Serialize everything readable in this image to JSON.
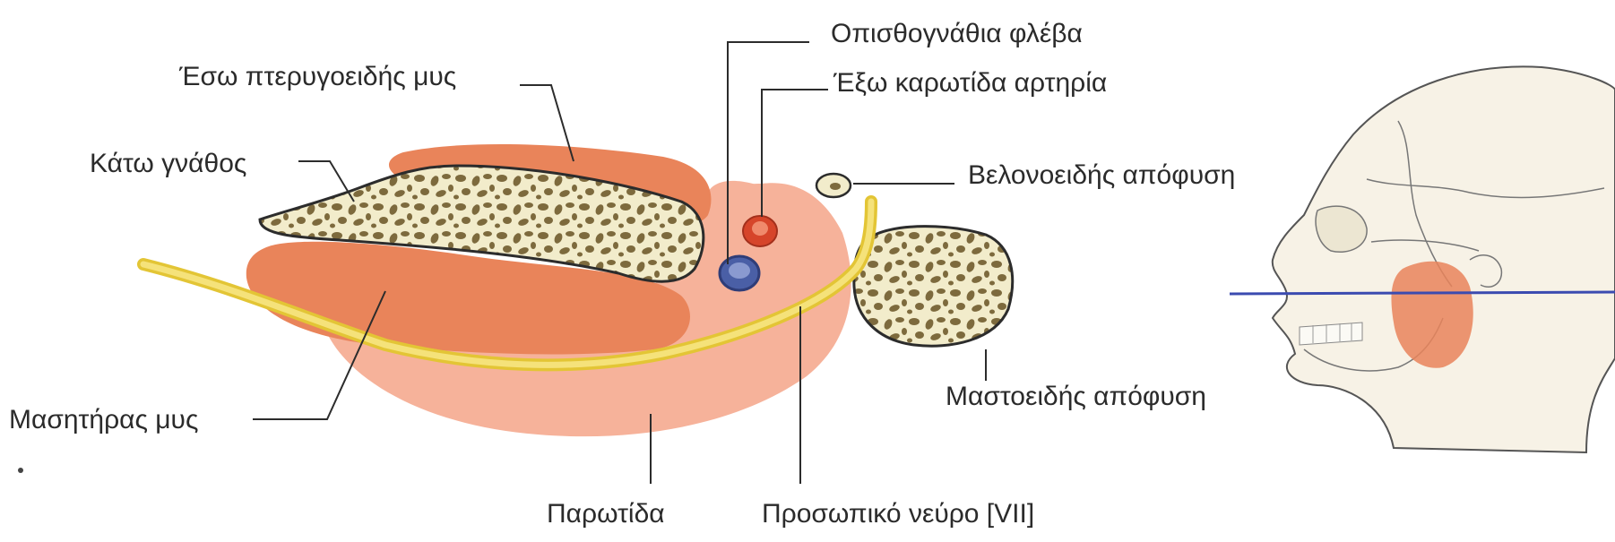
{
  "labels": {
    "medial_pterygoid": "Έσω πτερυγοειδής μυς",
    "mandible": "Κάτω γνάθος",
    "masseter": "Μασητήρας μυς",
    "retromandibular_vein": "Οπισθογνάθια φλέβα",
    "external_carotid": "Έξω καρωτίδα αρτηρία",
    "styloid_process": "Βελονοειδής απόφυση",
    "mastoid_process": "Μαστοειδής απόφυση",
    "parotid": "Παρωτίδα",
    "facial_nerve": "Προσωπικό νεύρο [VII]"
  },
  "colors": {
    "muscle": "#e9845a",
    "parotid": "#f6b29a",
    "bone_fill": "#f2eccb",
    "bone_spot": "#7d6a3d",
    "nerve": "#f0d84a",
    "artery": "#d6452a",
    "vein": "#4a5fa6",
    "outline": "#2c2c2c",
    "section_line": "#3b4bb0"
  },
  "icons": [
    "skull-icon"
  ]
}
